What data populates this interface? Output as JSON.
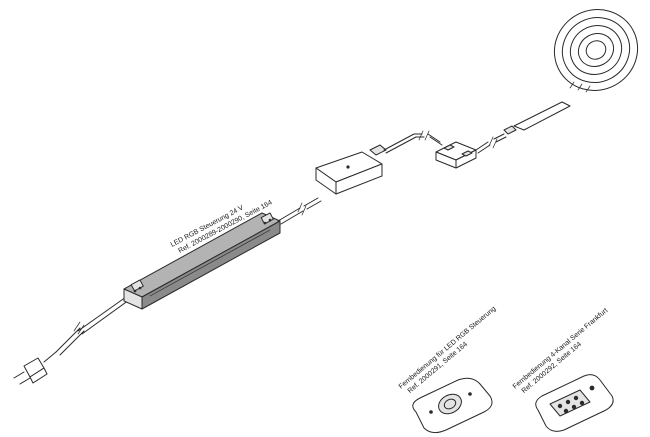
{
  "labels": {
    "controller_name": "LED RGB Steuerung 24 V",
    "controller_ref": "Ref. 2000289-2000290, Seite 164",
    "remote1_name": "Fernbedienung für LED RGB Steuerung",
    "remote1_ref": "Ref. 2000291, Seite 164",
    "remote2_name": "Fernbedienung 4-Kanal Serie Frankfurt",
    "remote2_ref": "Ref. 2000292, Seite 164"
  },
  "colors": {
    "line": "#2a2a2a",
    "driver_body": "#8a8a8a",
    "driver_top": "#b3b3b3",
    "connector": "#e4e4e4"
  }
}
